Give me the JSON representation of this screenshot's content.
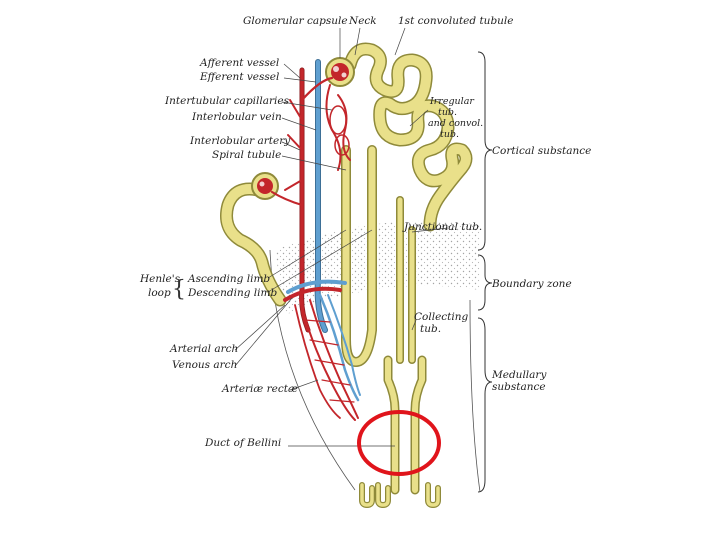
{
  "labels": {
    "glomerular_capsule": "Glomerular capsule",
    "neck": "Neck",
    "first_convoluted": "1st convoluted tubule",
    "afferent": "Afferent vessel",
    "efferent": "Efferent vessel",
    "intertubular": "Intertubular capillaries",
    "interlobular_vein": "Interlobular vein",
    "interlobular_artery": "Interlobular artery",
    "spiral_tubule": "Spiral tubule",
    "irregular_1": "Irregular",
    "irregular_2": "tub.",
    "irregular_3": "and convol.",
    "irregular_4": "tub.",
    "cortical": "Cortical substance",
    "junctional": "Junctional tub.",
    "henles_1": "Henle's",
    "henles_2": "loop",
    "ascending": "Ascending limb",
    "descending": "Descending limb",
    "boundary": "Boundary zone",
    "collecting_1": "Collecting",
    "collecting_2": "tub.",
    "arterial_arch": "Arterial arch",
    "venous_arch": "Venous arch",
    "arteriae_rectae": "Arteriæ rectæ",
    "medullary_1": "Medullary",
    "medullary_2": "substance",
    "duct_bellini": "Duct of Bellini"
  },
  "colors": {
    "tubule_fill": "#e9e08a",
    "tubule_outline": "#8f8a3a",
    "artery": "#c3262b",
    "vein": "#5f9fd0",
    "highlight_circle": "#e0141b",
    "label_text": "#222222"
  }
}
